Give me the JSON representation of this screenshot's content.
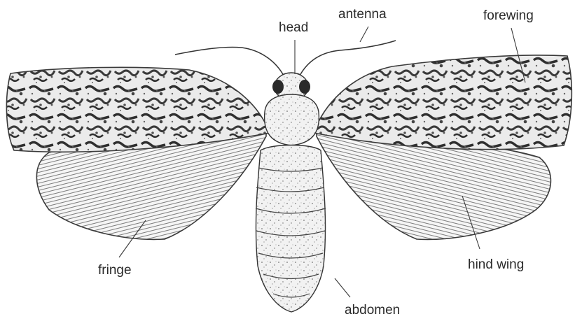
{
  "labels": {
    "head": "head",
    "antenna": "antenna",
    "forewing": "forewing",
    "fringe": "fringe",
    "hind_wing": "hind wing",
    "abdomen": "abdomen"
  }
}
